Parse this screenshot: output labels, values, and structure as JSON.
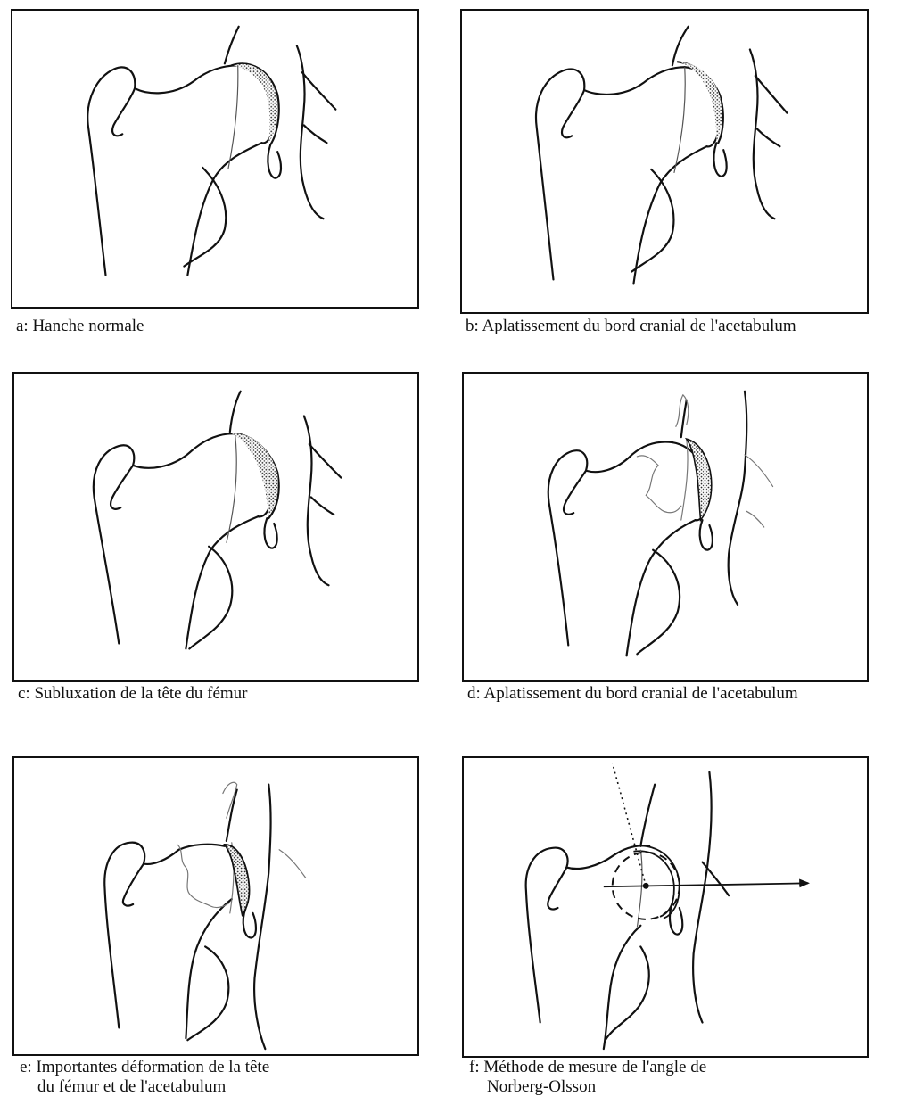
{
  "panels": [
    {
      "id": "a",
      "caption_lines": [
        "a: Hanche normale"
      ]
    },
    {
      "id": "b",
      "caption_lines": [
        "b: Aplatissement du bord cranial de l'acetabulum"
      ]
    },
    {
      "id": "c",
      "caption_lines": [
        "c: Subluxation de la tête du fémur"
      ]
    },
    {
      "id": "d",
      "caption_lines": [
        "d: Aplatissement du bord cranial de l'acetabulum"
      ]
    },
    {
      "id": "e",
      "caption_lines": [
        "e: Importantes déformation de la tête",
        "du fémur et de l'acetabulum"
      ]
    },
    {
      "id": "f",
      "caption_lines": [
        "f: Méthode de mesure de l'angle de",
        "Norberg-Olsson"
      ]
    }
  ],
  "colors": {
    "ink": "#111111",
    "faint_ink": "#777777",
    "background": "#ffffff"
  }
}
